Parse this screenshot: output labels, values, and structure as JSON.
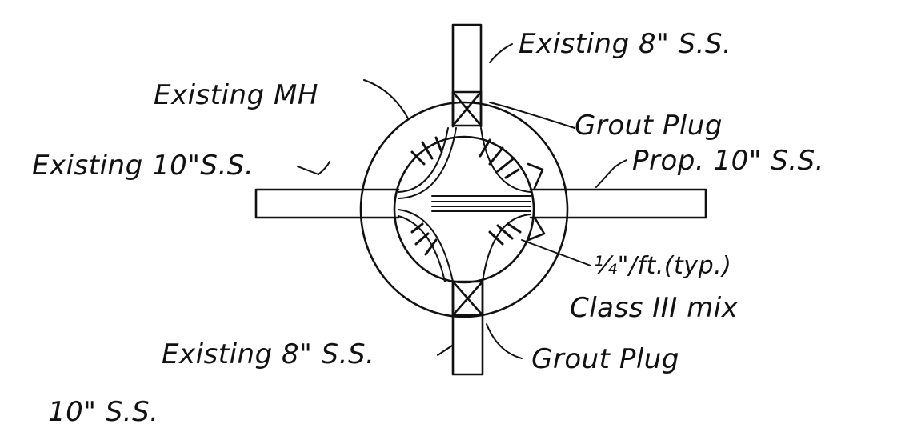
{
  "labels": {
    "existing_8_ss_top": "Existing 8\" S.S.",
    "existing_mh": "Existing MH",
    "grout_plug_top": "Grout Plug",
    "existing_10_ss": "Existing 10\"S.S.",
    "prop_10_ss": "Prop. 10\" S.S.",
    "slope_note": "¼\"/ft.(typ.)",
    "class_note": "Class III mix",
    "existing_8_ss_bottom": "Existing 8\" S.S.",
    "grout_plug_bottom": "Grout Plug",
    "cut_off_fragment": "10\" S.S."
  },
  "colors": {
    "ink": "#111111",
    "paper": "#ffffff"
  }
}
